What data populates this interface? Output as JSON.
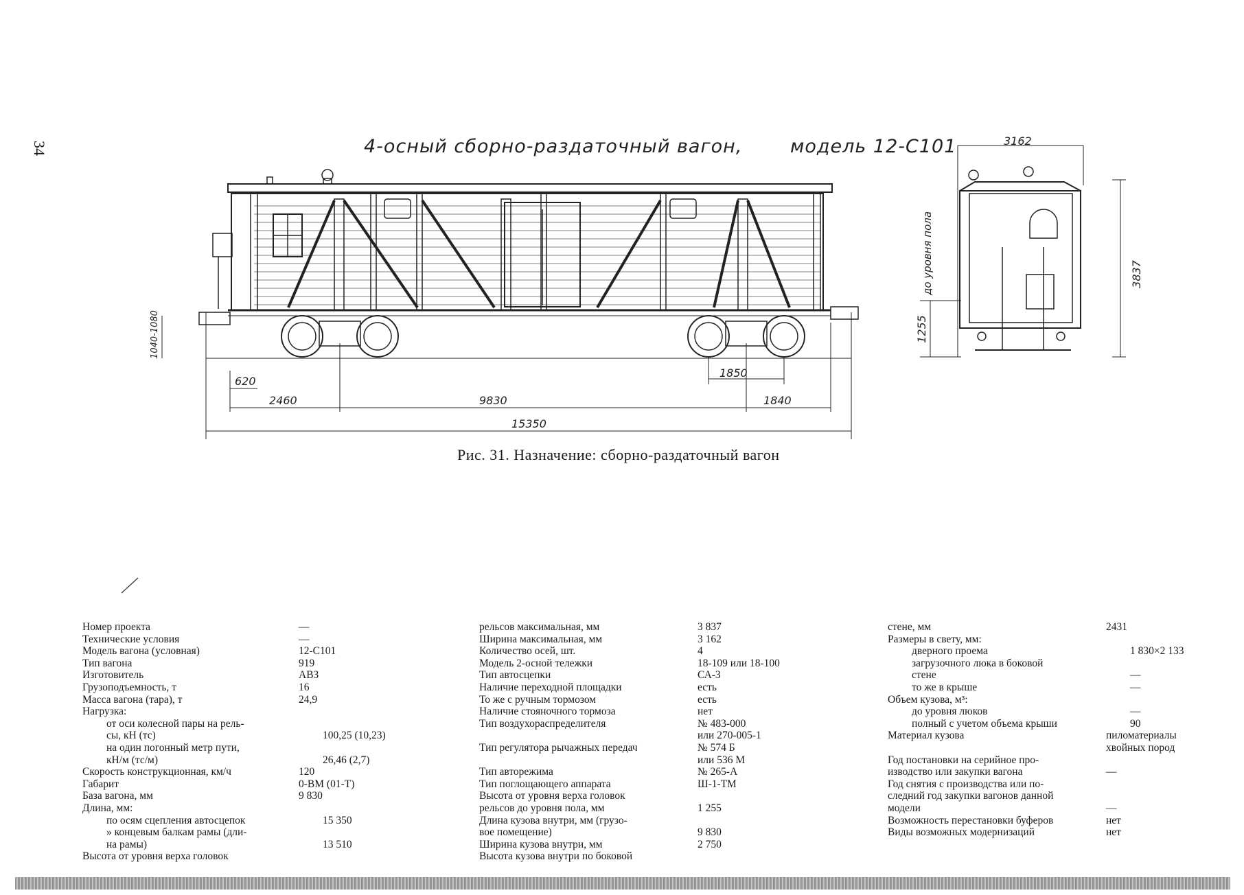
{
  "page_number": "34",
  "drawing": {
    "title": "4-осный сборно-раздаточный вагон,",
    "model": "модель 12-С101",
    "dimensions": {
      "width_top": "3162",
      "height_total": "3837",
      "floor_height": "1255",
      "side_label": "до уровня пола",
      "coupler_height": "1040-1080",
      "d620": "620",
      "d2460": "2460",
      "d9830": "9830",
      "d1850": "1850",
      "d1840": "1840",
      "d15350": "15350"
    }
  },
  "caption": "Рис. 31. Назначение: сборно-раздаточный вагон",
  "specs": {
    "col1": [
      {
        "label": "Номер проекта",
        "value": "—",
        "indent": false
      },
      {
        "label": "Технические условия",
        "value": "—",
        "indent": false
      },
      {
        "label": "Модель вагона (условная)",
        "value": "12-С101",
        "indent": false
      },
      {
        "label": "Тип вагона",
        "value": "919",
        "indent": false
      },
      {
        "label": "Изготовитель",
        "value": "АВЗ",
        "indent": false
      },
      {
        "label": "Грузоподъемность, т",
        "value": "16",
        "indent": false
      },
      {
        "label": "Масса вагона (тара), т",
        "value": "24,9",
        "indent": false
      },
      {
        "label": "Нагрузка:",
        "value": "",
        "indent": false
      },
      {
        "label": "от оси колесной пары на рель-",
        "value": "",
        "indent": true
      },
      {
        "label": "сы, кН (тс)",
        "value": "100,25 (10,23)",
        "indent": true
      },
      {
        "label": "на один погонный метр пути,",
        "value": "",
        "indent": true
      },
      {
        "label": "кН/м (тс/м)",
        "value": "26,46 (2,7)",
        "indent": true
      },
      {
        "label": "Скорость конструкционная, км/ч",
        "value": "120",
        "indent": false
      },
      {
        "label": "Габарит",
        "value": "0-ВМ (01-Т)",
        "indent": false
      },
      {
        "label": "База вагона, мм",
        "value": "9 830",
        "indent": false
      },
      {
        "label": "Длина, мм:",
        "value": "",
        "indent": false
      },
      {
        "label": "по осям сцепления автосцепок",
        "value": "15 350",
        "indent": true
      },
      {
        "label": "» концевым балкам рамы (дли-",
        "value": "",
        "indent": true
      },
      {
        "label": "на рамы)",
        "value": "13 510",
        "indent": true
      },
      {
        "label": "Высота от уровня верха головок",
        "value": "",
        "indent": false
      }
    ],
    "col2": [
      {
        "label": "рельсов максимальная, мм",
        "value": "3 837"
      },
      {
        "label": "Ширина максимальная, мм",
        "value": "3 162"
      },
      {
        "label": "Количество осей, шт.",
        "value": "4"
      },
      {
        "label": "Модель 2-осной тележки",
        "value": "18-109 или 18-100"
      },
      {
        "label": "Тип автосцепки",
        "value": "СА-3"
      },
      {
        "label": "Наличие переходной площадки",
        "value": "есть"
      },
      {
        "label": "То же с ручным тормозом",
        "value": "есть"
      },
      {
        "label": "Наличие стояночного тормоза",
        "value": "нет"
      },
      {
        "label": "Тип воздухораспределителя",
        "value": "№ 483-000"
      },
      {
        "label": "",
        "value": "или 270-005-1"
      },
      {
        "label": "Тип регулятора рычажных передач",
        "value": "№ 574 Б"
      },
      {
        "label": "",
        "value": "или 536 М"
      },
      {
        "label": "Тип авторежима",
        "value": "№ 265-А"
      },
      {
        "label": "Тип поглощающего аппарата",
        "value": "Ш-1-ТМ"
      },
      {
        "label": "Высота от уровня верха головок",
        "value": ""
      },
      {
        "label": "рельсов до уровня пола, мм",
        "value": "1 255"
      },
      {
        "label": "Длина кузова внутри, мм (грузо-",
        "value": ""
      },
      {
        "label": "вое помещение)",
        "value": "9 830"
      },
      {
        "label": "Ширина кузова внутри, мм",
        "value": "2 750"
      },
      {
        "label": "Высота кузова внутри по боковой",
        "value": ""
      }
    ],
    "col3": [
      {
        "label": "стене, мм",
        "value": "2431",
        "indent": false
      },
      {
        "label": "Размеры в свету, мм:",
        "value": "",
        "indent": false
      },
      {
        "label": "дверного проема",
        "value": "1 830×2 133",
        "indent": true
      },
      {
        "label": "загрузочного люка в боковой",
        "value": "",
        "indent": true
      },
      {
        "label": "стене",
        "value": "—",
        "indent": true
      },
      {
        "label": "то же в крыше",
        "value": "—",
        "indent": true
      },
      {
        "label": "Объем кузова, м³:",
        "value": "",
        "indent": false
      },
      {
        "label": "до уровня люков",
        "value": "—",
        "indent": true
      },
      {
        "label": "полный с учетом объема крыши",
        "value": "90",
        "indent": true
      },
      {
        "label": "Материал кузова",
        "value": "пиломатериалы",
        "indent": false
      },
      {
        "label": "",
        "value": "хвойных пород",
        "indent": false
      },
      {
        "label": "Год постановки на серийное про-",
        "value": "",
        "indent": false
      },
      {
        "label": "изводство или закупки вагона",
        "value": "—",
        "indent": false
      },
      {
        "label": "Год снятия с производства или по-",
        "value": "",
        "indent": false
      },
      {
        "label": "следний год закупки вагонов данной",
        "value": "",
        "indent": false
      },
      {
        "label": "модели",
        "value": "—",
        "indent": false
      },
      {
        "label": "Возможность перестановки буферов",
        "value": "нет",
        "indent": false
      },
      {
        "label": "Виды возможных модернизаций",
        "value": "нет",
        "indent": false
      }
    ]
  }
}
